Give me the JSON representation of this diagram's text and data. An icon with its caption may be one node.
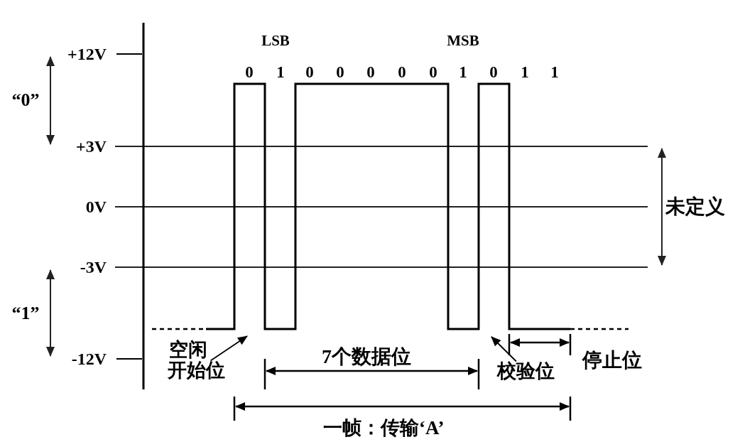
{
  "diagram": {
    "nodes": [
      {
        "text": [
          "开始位"
        ]
      },
      {
        "text": [
          "校验位"
        ]
      }
    ],
    "edges": [
      {
        "from": 0,
        "to": null,
        "arrow": "to"
      },
      {
        "from": 1,
        "to": null,
        "arrow": "to"
      }
    ],
    "labels": [
      "LSB",
      "MSB",
      "+12V",
      "0",
      "1",
      "0",
      "0",
      "0",
      "0",
      "0",
      "1",
      "0",
      "1",
      "1",
      "“0”",
      "+3V",
      "0V",
      "未定义",
      "-3V",
      "“1”",
      "-12V",
      "空闲",
      "7个数据位",
      "停止位",
      "一帧：传输‘A’"
    ]
  }
}
